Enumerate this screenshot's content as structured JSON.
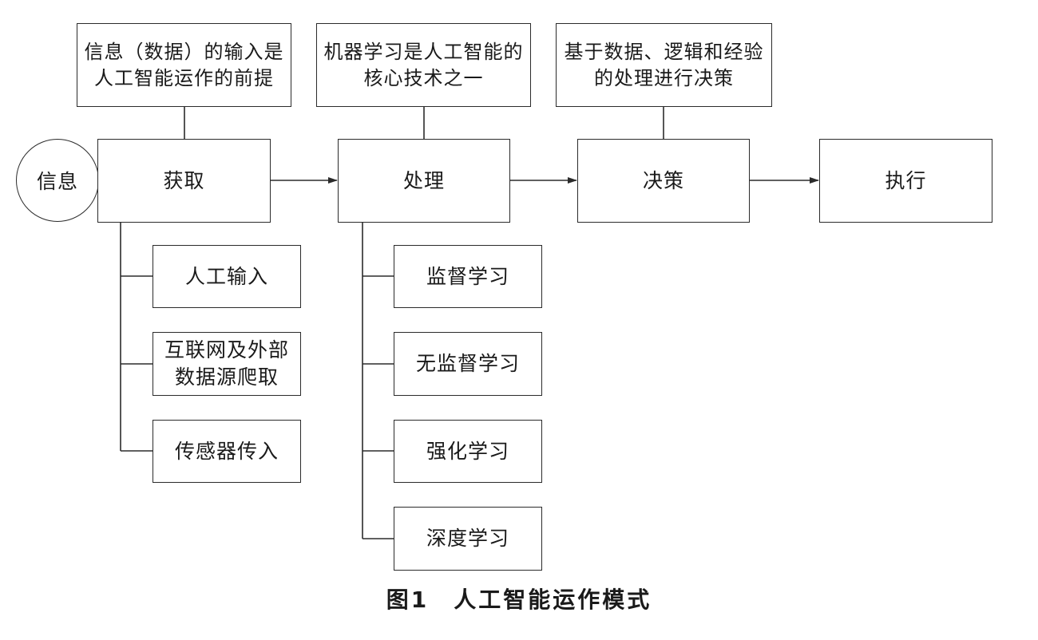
{
  "notes": {
    "input": "信息（数据）的输入是\n人工智能运作的前提",
    "ml": "机器学习是人工智能的\n核心技术之一",
    "decision": "基于数据、逻辑和经验\n的处理进行决策"
  },
  "flow": {
    "source": "信息",
    "acquire": "获取",
    "process": "处理",
    "decide": "决策",
    "execute": "执行"
  },
  "acquire_methods": [
    "人工输入",
    "互联网及外部\n数据源爬取",
    "传感器传入"
  ],
  "process_methods": [
    "监督学习",
    "无监督学习",
    "强化学习",
    "深度学习"
  ],
  "caption": "图1　人工智能运作模式"
}
